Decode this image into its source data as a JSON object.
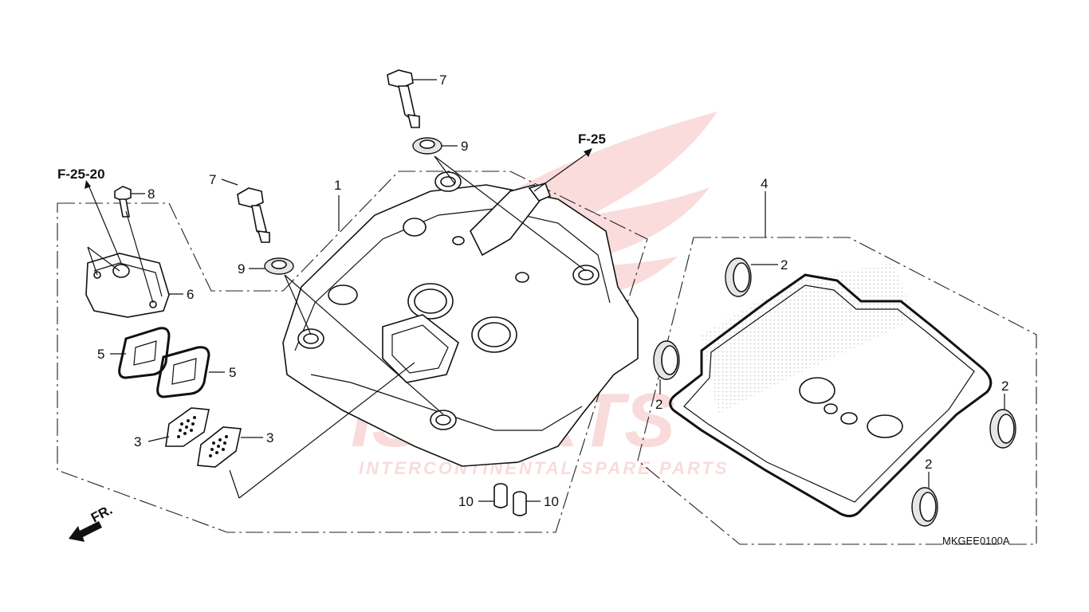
{
  "diagram": {
    "code": "MKGEE0100A",
    "front_indicator": "FR.",
    "refs": {
      "f25": "F-25",
      "f2520": "F-25-20"
    },
    "callouts": {
      "p1": "1",
      "p2a": "2",
      "p2b": "2",
      "p2c": "2",
      "p2d": "2",
      "p3a": "3",
      "p3b": "3",
      "p4": "4",
      "p5a": "5",
      "p5b": "5",
      "p6": "6",
      "p7a": "7",
      "p7b": "7",
      "p8": "8",
      "p9a": "9",
      "p9b": "9",
      "p10a": "10",
      "p10b": "10"
    }
  },
  "watermark": {
    "brand": "ISPARTS",
    "tagline": "INTERCONTINENTAL SPARE PARTS",
    "color": "#e23b3b"
  }
}
